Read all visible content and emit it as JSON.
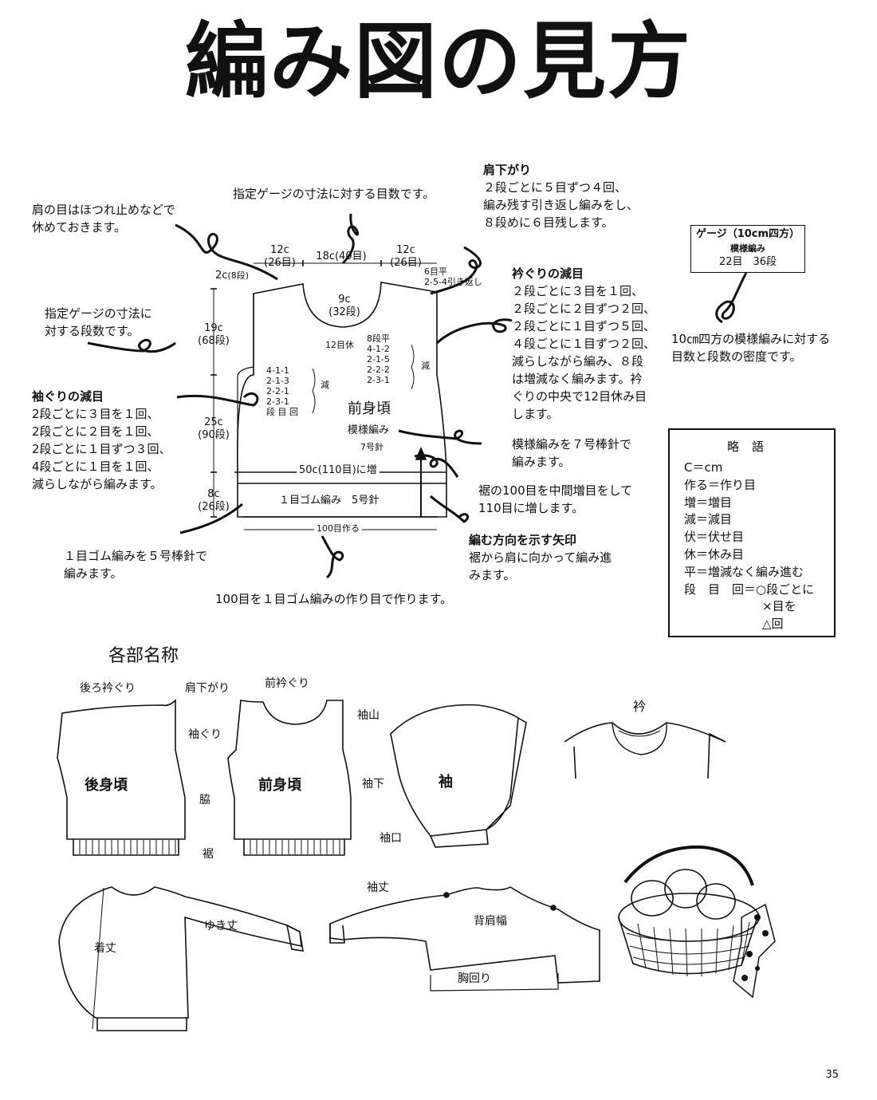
{
  "title": "編み図の見方",
  "notes": {
    "stitch_gauge_note": "指定ゲージの寸法に対する目数です。",
    "shoulder_rest_note_1": "肩の目はほつれ止めなどで",
    "shoulder_rest_note_2": "休めておきます。",
    "row_gauge_note_1": "指定ゲージの寸法に",
    "row_gauge_note_2": "対する段数です。",
    "armhole_title": "袖ぐりの減目",
    "armhole_1": "2段ごとに３目を１回、",
    "armhole_2": "2段ごとに２目を１回、",
    "armhole_3": "2段ごとに１目ずつ３回、",
    "armhole_4": "4段ごとに１目を１回、",
    "armhole_5": "減らしながら編みます。",
    "rib_note_1": "１目ゴム編みを５号棒針で",
    "rib_note_2": "編みます。",
    "cast_on_note": "100目を１目ゴム編みの作り目で作ります。",
    "shoulder_title": "肩下がり",
    "shoulder_1": "２段ごとに５目ずつ４回、",
    "shoulder_2": "編み残す引き返し編みをし、",
    "shoulder_3": "８段めに６目残します。",
    "neck_title": "衿ぐりの減目",
    "neck_1": "２段ごとに３目を１回、",
    "neck_2": "２段ごとに２目ずつ２回、",
    "neck_3": "２段ごとに１目ずつ５回、",
    "neck_4": "４段ごとに１目ずつ２回、",
    "neck_5": "減らしながら編み、８段",
    "neck_6": "は増減なく編みます。衿",
    "neck_7": "ぐりの中央で12目休み目",
    "neck_8": "します。",
    "pattern_note_1": "模様編みを７号棒針で",
    "pattern_note_2": "編みます。",
    "increase_note_1": "裾の100目を中間増目をして",
    "increase_note_2": "110目に増します。",
    "arrow_title": "編む方向を示す矢印",
    "arrow_1": "裾から肩に向かって編み進",
    "arrow_2": "みます。",
    "density_note_1": "10㎝四方の模様編みに対する",
    "density_note_2": "目数と段数の密度です。"
  },
  "gauge": {
    "title": "ゲージ（10cm四方）",
    "pattern": "模様編み",
    "values": "22目　36段"
  },
  "abbreviations": {
    "heading": "略語",
    "items": [
      "C＝cm",
      "作る＝作り目",
      "増＝増目",
      "減＝減目",
      "伏＝伏せ目",
      "休＝休み目",
      "平＝増減なく編み進む",
      "段　目　回＝○段ごとに"
    ],
    "indent_items": [
      "×目を",
      "△回"
    ]
  },
  "diagram": {
    "w_left": "12c",
    "w_left_st": "(26目)",
    "w_mid": "18c(40目)",
    "w_right": "12c",
    "w_right_st": "(26目)",
    "shoulder_drop": "2c",
    "shoulder_drop_rows": "(8段)",
    "h_19": "19c",
    "h_19_rows": "(68段)",
    "h_25": "25c",
    "h_25_rows": "(90段)",
    "h_8": "8c",
    "h_8_rows": "(26段)",
    "neck_depth": "9c",
    "neck_depth_rows": "(32段)",
    "neck_rest": "12目休",
    "shoulder_shaping_1": "6目平",
    "shoulder_shaping_2": "2-5-4引き返し",
    "neck_seq": [
      "8段平",
      "4-1-2",
      "2-1-5",
      "2-2-2",
      "2-3-1"
    ],
    "armhole_seq": [
      "4-1-1",
      "2-1-3",
      "2-2-1",
      "2-3-1"
    ],
    "legend": "段 目 回",
    "dec": "減",
    "piece_name": "前身頃",
    "pattern_name": "模様編み",
    "needle_7": "7号針",
    "body_width": "50c(110目)に増",
    "rib_label": "１目ゴム編み　5号針",
    "cast_on": "100目作る"
  },
  "parts": {
    "heading": "各部名称",
    "back_neckline": "後ろ衿ぐり",
    "shoulder_slope": "肩下がり",
    "front_neckline": "前衿ぐり",
    "armhole": "袖ぐり",
    "back_body": "後身頃",
    "front_body": "前身頃",
    "side": "脇",
    "hem": "裾",
    "sleeve_cap": "袖山",
    "underarm": "袖下",
    "sleeve": "袖",
    "cuff": "袖口",
    "collar": "衿",
    "sleeve_length": "袖丈",
    "yuki_length": "ゆき丈",
    "body_length": "着丈",
    "shoulder_width": "背肩幅",
    "chest": "胸回り"
  },
  "page_number": "35"
}
